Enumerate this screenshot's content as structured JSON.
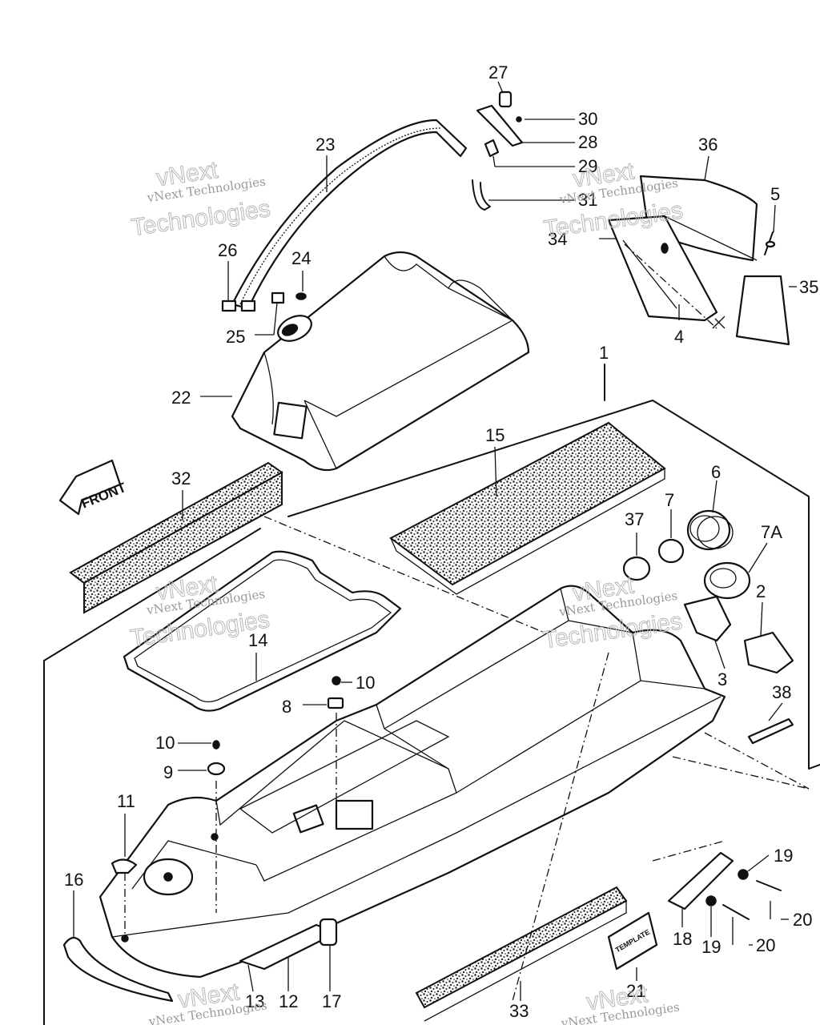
{
  "watermark": {
    "line1": "vNext Technologies",
    "line2": "Technologies",
    "logo": "vNext"
  },
  "front_arrow": "FRONT",
  "template_label": "TEMPLATE",
  "callouts": {
    "c1": "1",
    "c2": "2",
    "c3": "3",
    "c4": "4",
    "c5": "5",
    "c6": "6",
    "c7": "7",
    "c7a": "7A",
    "c8": "8",
    "c9": "9",
    "c10a": "10",
    "c10b": "10",
    "c11": "11",
    "c12": "12",
    "c13": "13",
    "c14": "14",
    "c15": "15",
    "c16": "16",
    "c17": "17",
    "c18": "18",
    "c19a": "19",
    "c19b": "19",
    "c20a": "20",
    "c20b": "20",
    "c21": "21",
    "c22": "22",
    "c23": "23",
    "c24": "24",
    "c25": "25",
    "c26": "26",
    "c27": "27",
    "c28": "28",
    "c29": "29",
    "c30": "30",
    "c31": "31",
    "c32": "32",
    "c33": "33",
    "c34": "34",
    "c35": "35",
    "c36": "36",
    "c37": "37",
    "c38": "38"
  }
}
